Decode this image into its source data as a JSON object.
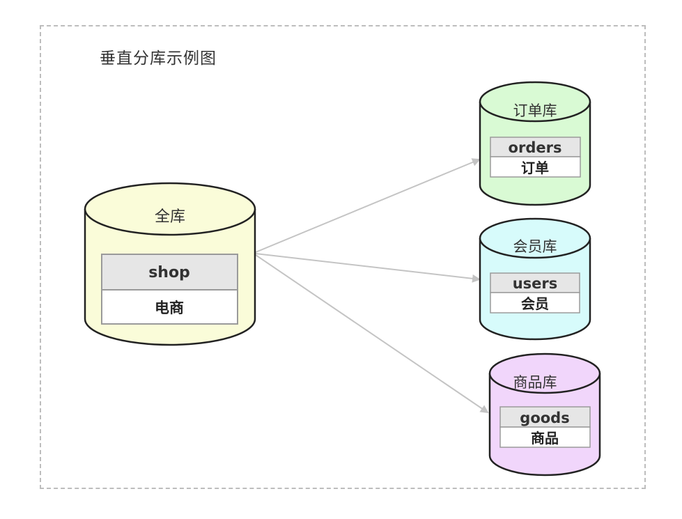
{
  "diagram": {
    "title": "垂直分库示例图",
    "source": {
      "db_label": "全库",
      "table_name": "shop",
      "table_desc": "电商",
      "fill": "#fafcd9"
    },
    "targets": [
      {
        "db_label": "订单库",
        "table_name": "orders",
        "table_desc": "订单",
        "fill": "#d9fad4"
      },
      {
        "db_label": "会员库",
        "table_name": "users",
        "table_desc": "会员",
        "fill": "#d7fbfb"
      },
      {
        "db_label": "商品库",
        "table_name": "goods",
        "table_desc": "商品",
        "fill": "#f1d6fb"
      }
    ],
    "colors": {
      "outline": "#222222",
      "table_header": "#e6e6e6",
      "table_border": "#9a9a9a",
      "arrow": "#c4c4c4",
      "frame": "#bdbdbd"
    }
  }
}
